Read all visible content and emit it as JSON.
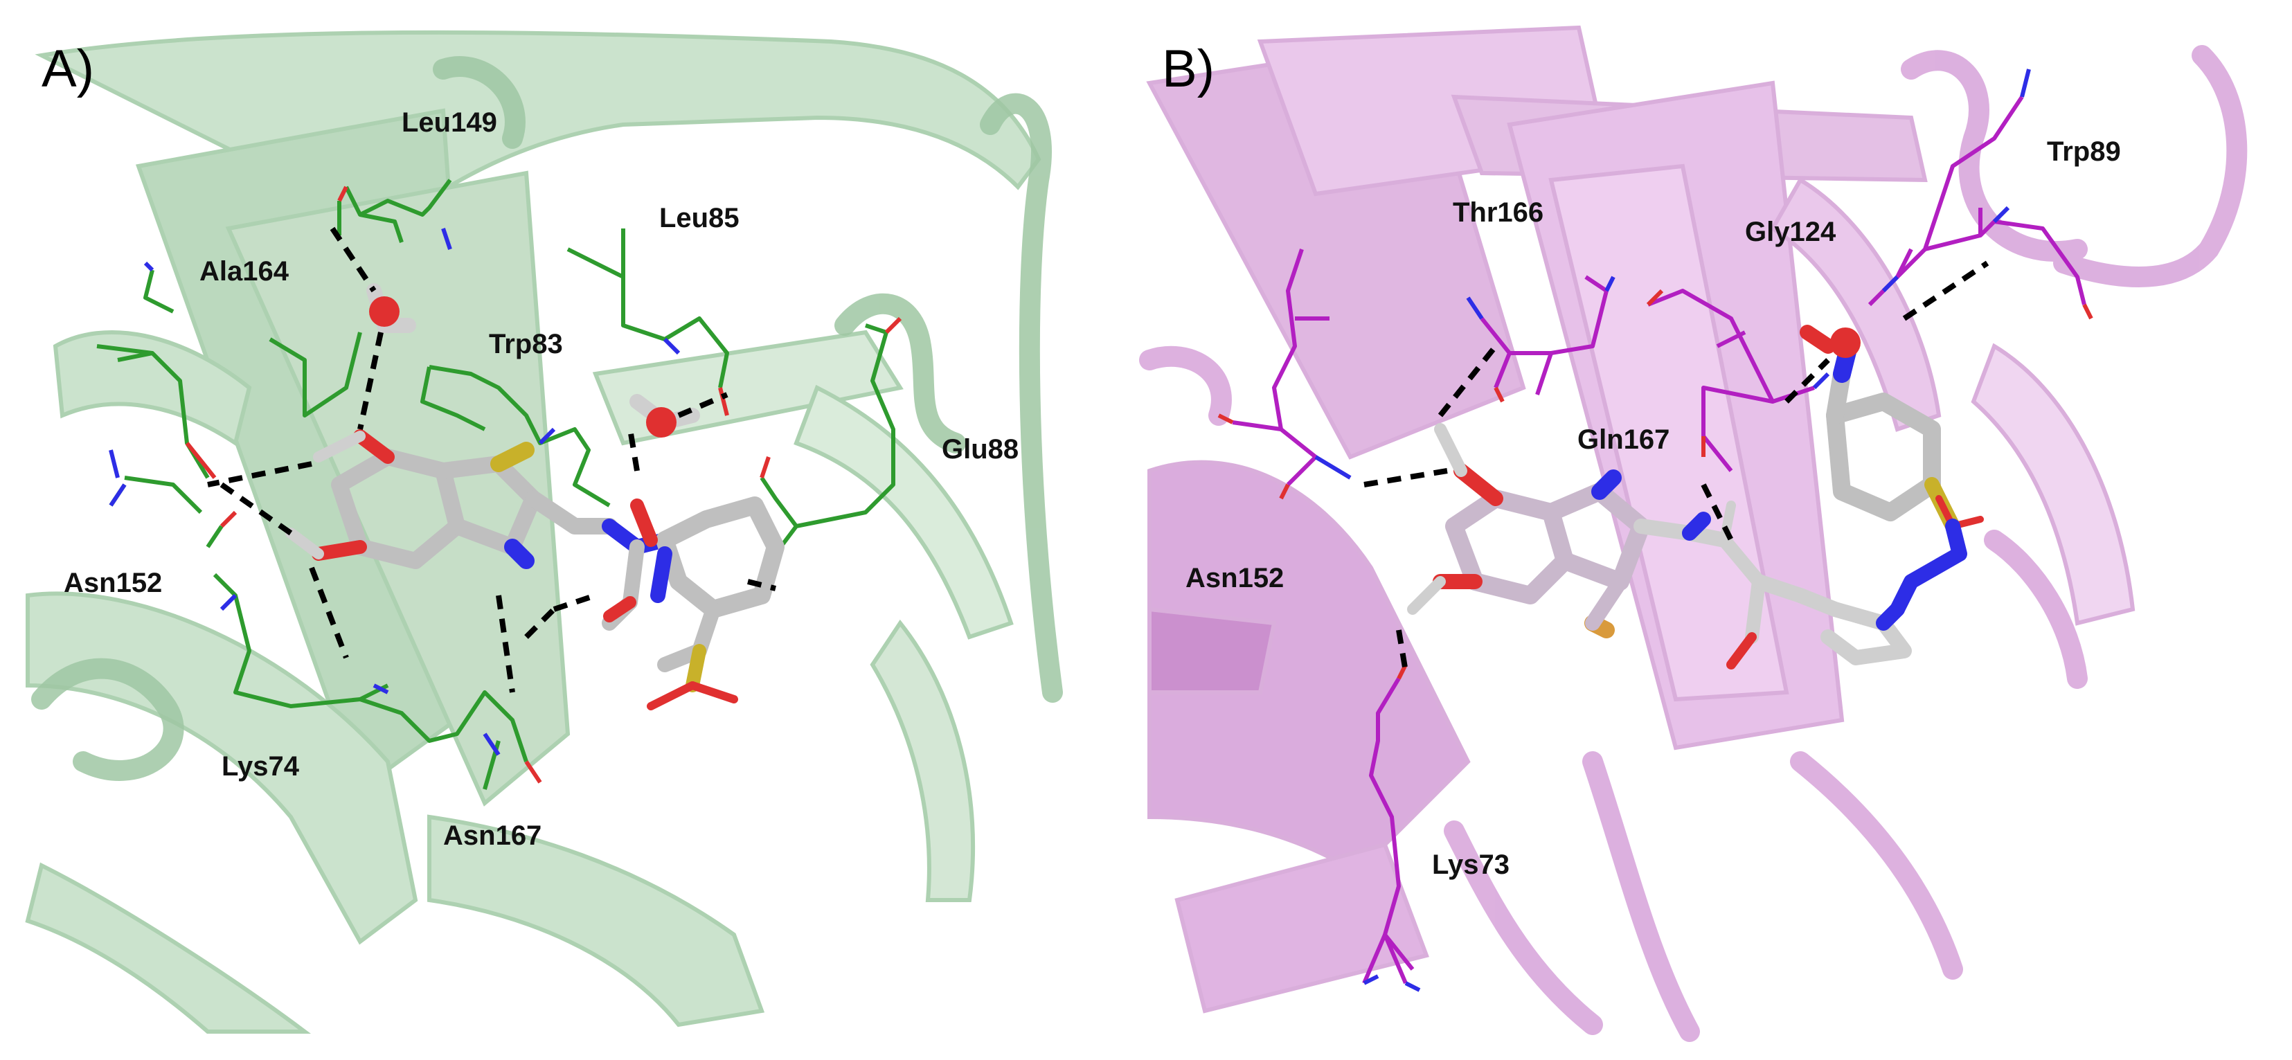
{
  "panels": [
    {
      "letter": "A)",
      "residues": [
        "Leu149",
        "Leu85",
        "Ala164",
        "Trp83",
        "Glu88",
        "Asn152",
        "Lys74",
        "Asn167"
      ]
    },
    {
      "letter": "B)",
      "residues": [
        "Thr166",
        "Gly124",
        "Trp89",
        "Gln167",
        "Asn152",
        "Lys73"
      ]
    }
  ],
  "colors": {
    "panel_a_ribbon": "#c9e2cb",
    "panel_a_ribbon_dark": "#9fc7a3",
    "panel_a_residue": "#2e9b2e",
    "panel_b_ribbon": "#e9c6ea",
    "panel_b_ribbon_dark": "#cf96d2",
    "panel_b_residue": "#b21fc1",
    "ligand_carbon": "#cfcfcf",
    "nitrogen": "#2d2de6",
    "oxygen": "#e03030",
    "sulfur": "#c8b12a",
    "hbond": "#000000"
  }
}
